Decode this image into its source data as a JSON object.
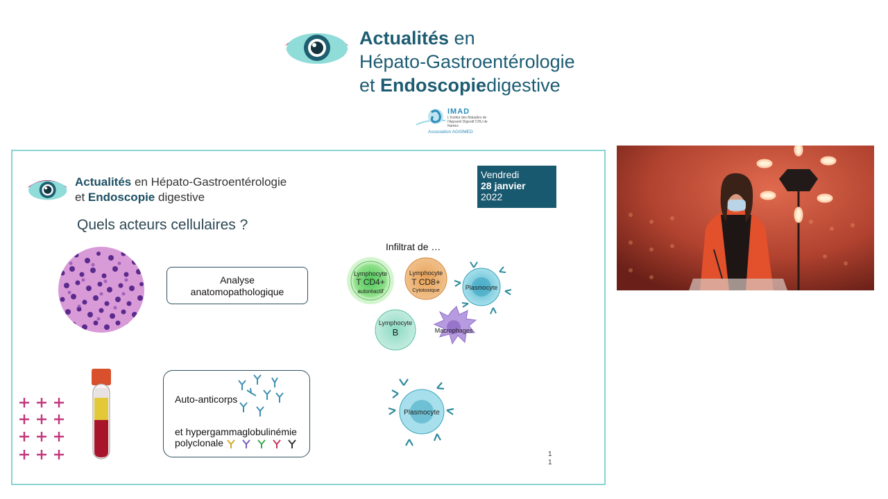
{
  "header": {
    "title_bold_1": "Actualités",
    "title_rest_1": " en",
    "title_line_2": "Hépato-Gastroentérologie",
    "title_prefix_3": "et ",
    "title_bold_3": "Endoscopie",
    "title_rest_3": "digestive",
    "imad_name": "IMAD",
    "imad_subtitle": "L'Institut des Maladies de l'Appareil Digestif CHU de Nantes",
    "association": "Association AGISMED"
  },
  "slide": {
    "title_bold_1": "Actualités",
    "title_rest_1": " en Hépato-Gastroentérologie",
    "title_prefix_2": "et ",
    "title_bold_2": "Endoscopie",
    "title_rest_2": " digestive",
    "date_line_1": "Vendredi",
    "date_line_2": "28 janvier",
    "date_line_3": "2022",
    "question": "Quels acteurs cellulaires ?",
    "infiltrat_label": "Infiltrat de …",
    "analyse_line_1": "Analyse",
    "analyse_line_2": "anatomopathologique",
    "auto_anticorps": "Auto-anticorps",
    "hyper_line_1": "et hypergammaglobulinémie",
    "hyper_line_2": "polyclonale",
    "page_line_1": "1",
    "page_line_2": "1",
    "cells": {
      "cd4_line_1": "Lymphocyte",
      "cd4_line_2": "T CD4+",
      "cd4_line_3": "autoréactif",
      "cd8_line_1": "Lymphocyte",
      "cd8_line_2": "T CD8+",
      "cd8_line_3": "Cytotoxique",
      "plasmocyte": "Plasmocyte",
      "b_line_1": "Lymphocyte",
      "b_line_2": "B",
      "macrophages": "Macrophages",
      "plasmocyte_2": "Plasmocyte"
    }
  },
  "colors": {
    "brand_teal": "#1c5c72",
    "accent_magenta": "#c2357a",
    "accent_cyan": "#7fd6d2",
    "date_box": "#19596f",
    "slide_border": "#86d4d1"
  },
  "icons": [
    "eye-logo-icon",
    "imad-logo-icon",
    "tissue-histology-image",
    "blood-tube-icon",
    "plus-signs-icon",
    "antibody-icon"
  ]
}
